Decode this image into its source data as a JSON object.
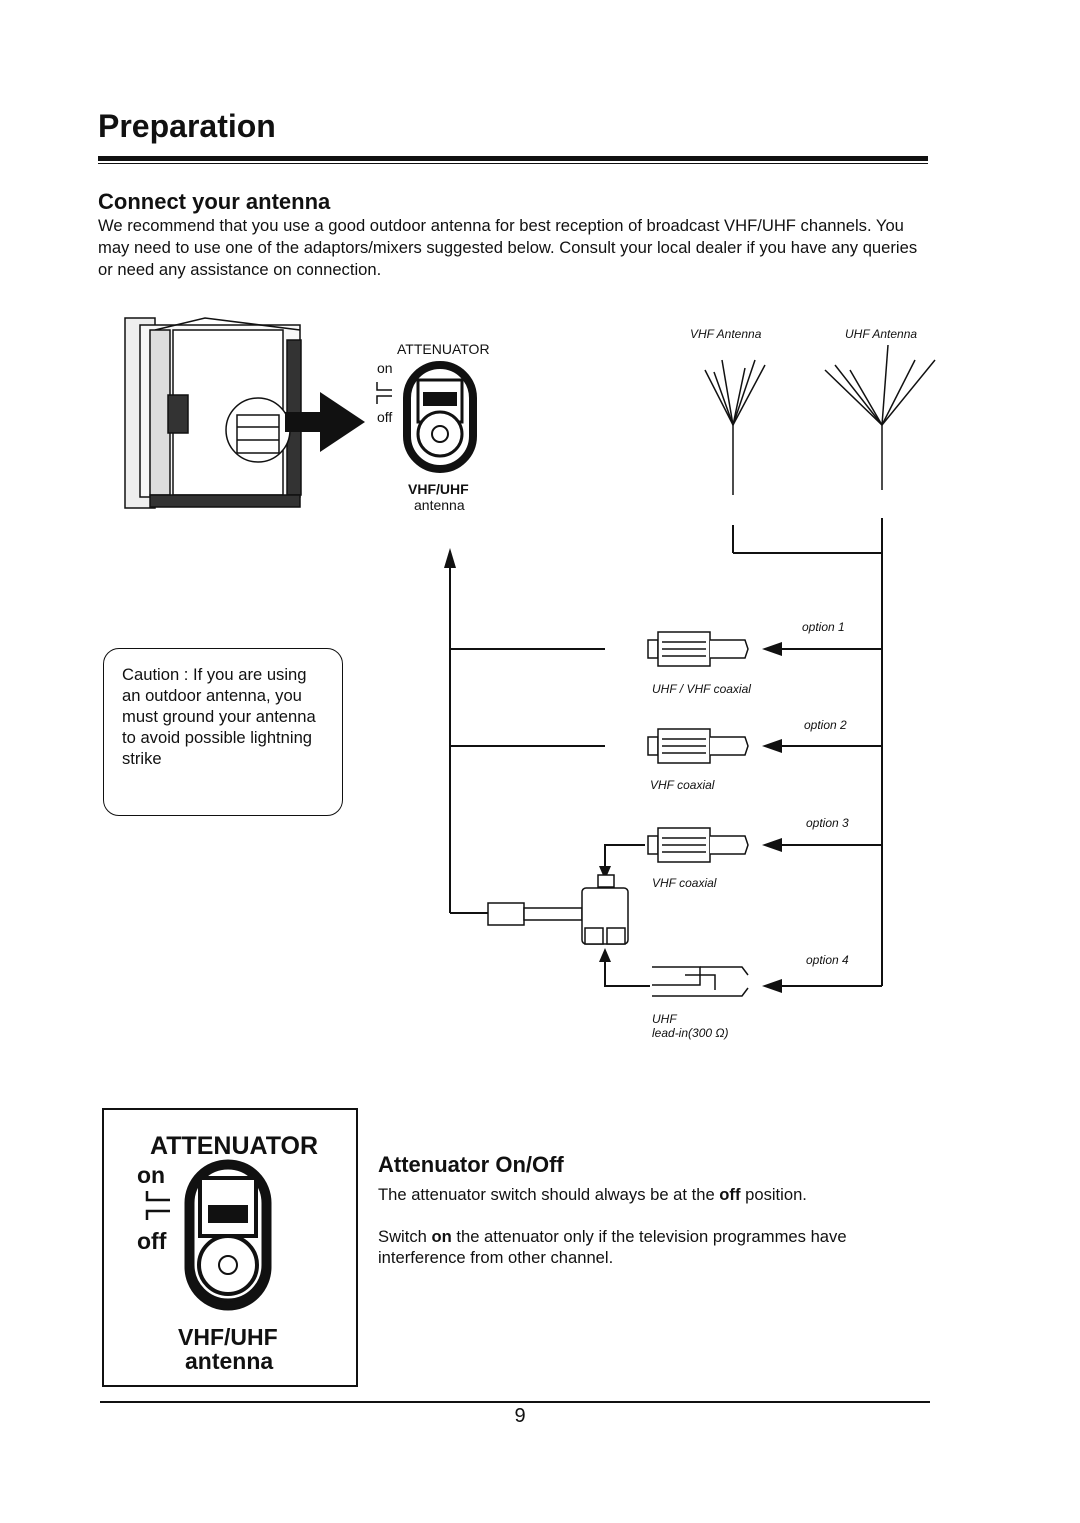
{
  "header": {
    "title": "Preparation"
  },
  "section": {
    "heading": "Connect your antenna",
    "intro": "We recommend that you use a good outdoor antenna for best reception of broadcast VHF/UHF channels. You may need to use one of the adaptors/mixers suggested below. Consult your local dealer if you have any queries or need any assistance on connection."
  },
  "diagram": {
    "attenuator_label": "ATTENUATOR",
    "on_label": "on",
    "off_label": "off",
    "vhfuhf_label": "VHF/UHF",
    "antenna_label": "antenna",
    "vhf_antenna": "VHF Antenna",
    "uhf_antenna": "UHF Antenna",
    "option1": "option 1",
    "option2": "option 2",
    "option3": "option 3",
    "option4": "option 4",
    "cable1": "UHF / VHF coaxial",
    "cable2": "VHF coaxial",
    "cable3": "VHF coaxial",
    "cable4_line1": "UHF",
    "cable4_line2": "lead-in(300 Ω)"
  },
  "caution": {
    "text": "Caution : If you are using an outdoor antenna, you must ground your antenna to avoid possible lightning strike"
  },
  "attenuator_box": {
    "title": "ATTENUATOR",
    "on": "on",
    "off": "off",
    "vhfuhf": "VHF/UHF",
    "antenna": "antenna"
  },
  "attenuator_section": {
    "heading": "Attenuator On/Off",
    "para1_before": "The attenuator switch should always be at the ",
    "para1_bold": "off",
    "para1_after": " position.",
    "para2_before": "Switch ",
    "para2_bold": "on",
    "para2_after": " the attenuator only if the television programmes have interference from other channel."
  },
  "footer": {
    "page_number": "9"
  }
}
